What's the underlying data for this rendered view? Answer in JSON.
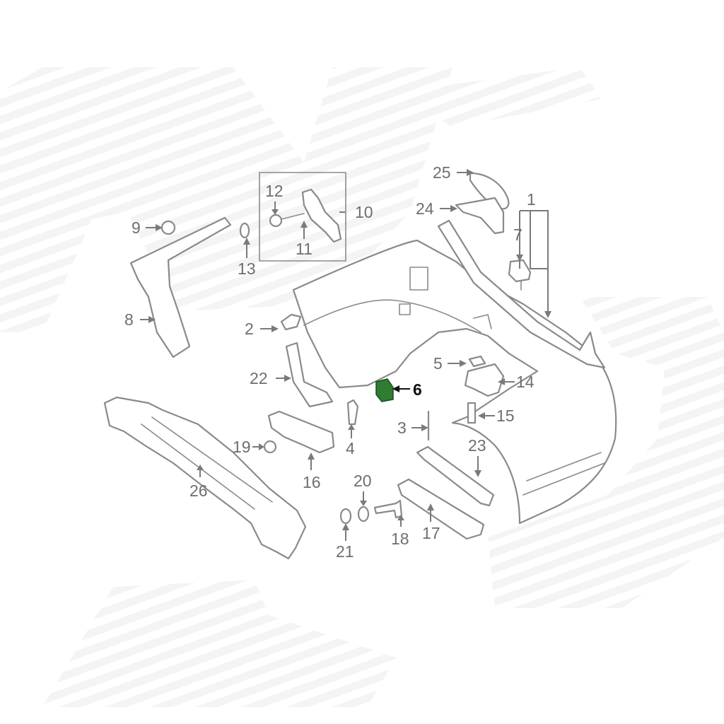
{
  "diagram": {
    "highlight_color": "#2e7d32",
    "highlighted_part": "6",
    "callouts": {
      "c1": "1",
      "c2": "2",
      "c3": "3",
      "c4": "4",
      "c5": "5",
      "c6": "6",
      "c7": "7",
      "c8": "8",
      "c9": "9",
      "c10": "10",
      "c11": "11",
      "c12": "12",
      "c13": "13",
      "c14": "14",
      "c15": "15",
      "c16": "16",
      "c17": "17",
      "c18": "18",
      "c19": "19",
      "c20": "20",
      "c21": "21",
      "c22": "22",
      "c23": "23",
      "c24": "24",
      "c25": "25",
      "c26": "26"
    }
  }
}
